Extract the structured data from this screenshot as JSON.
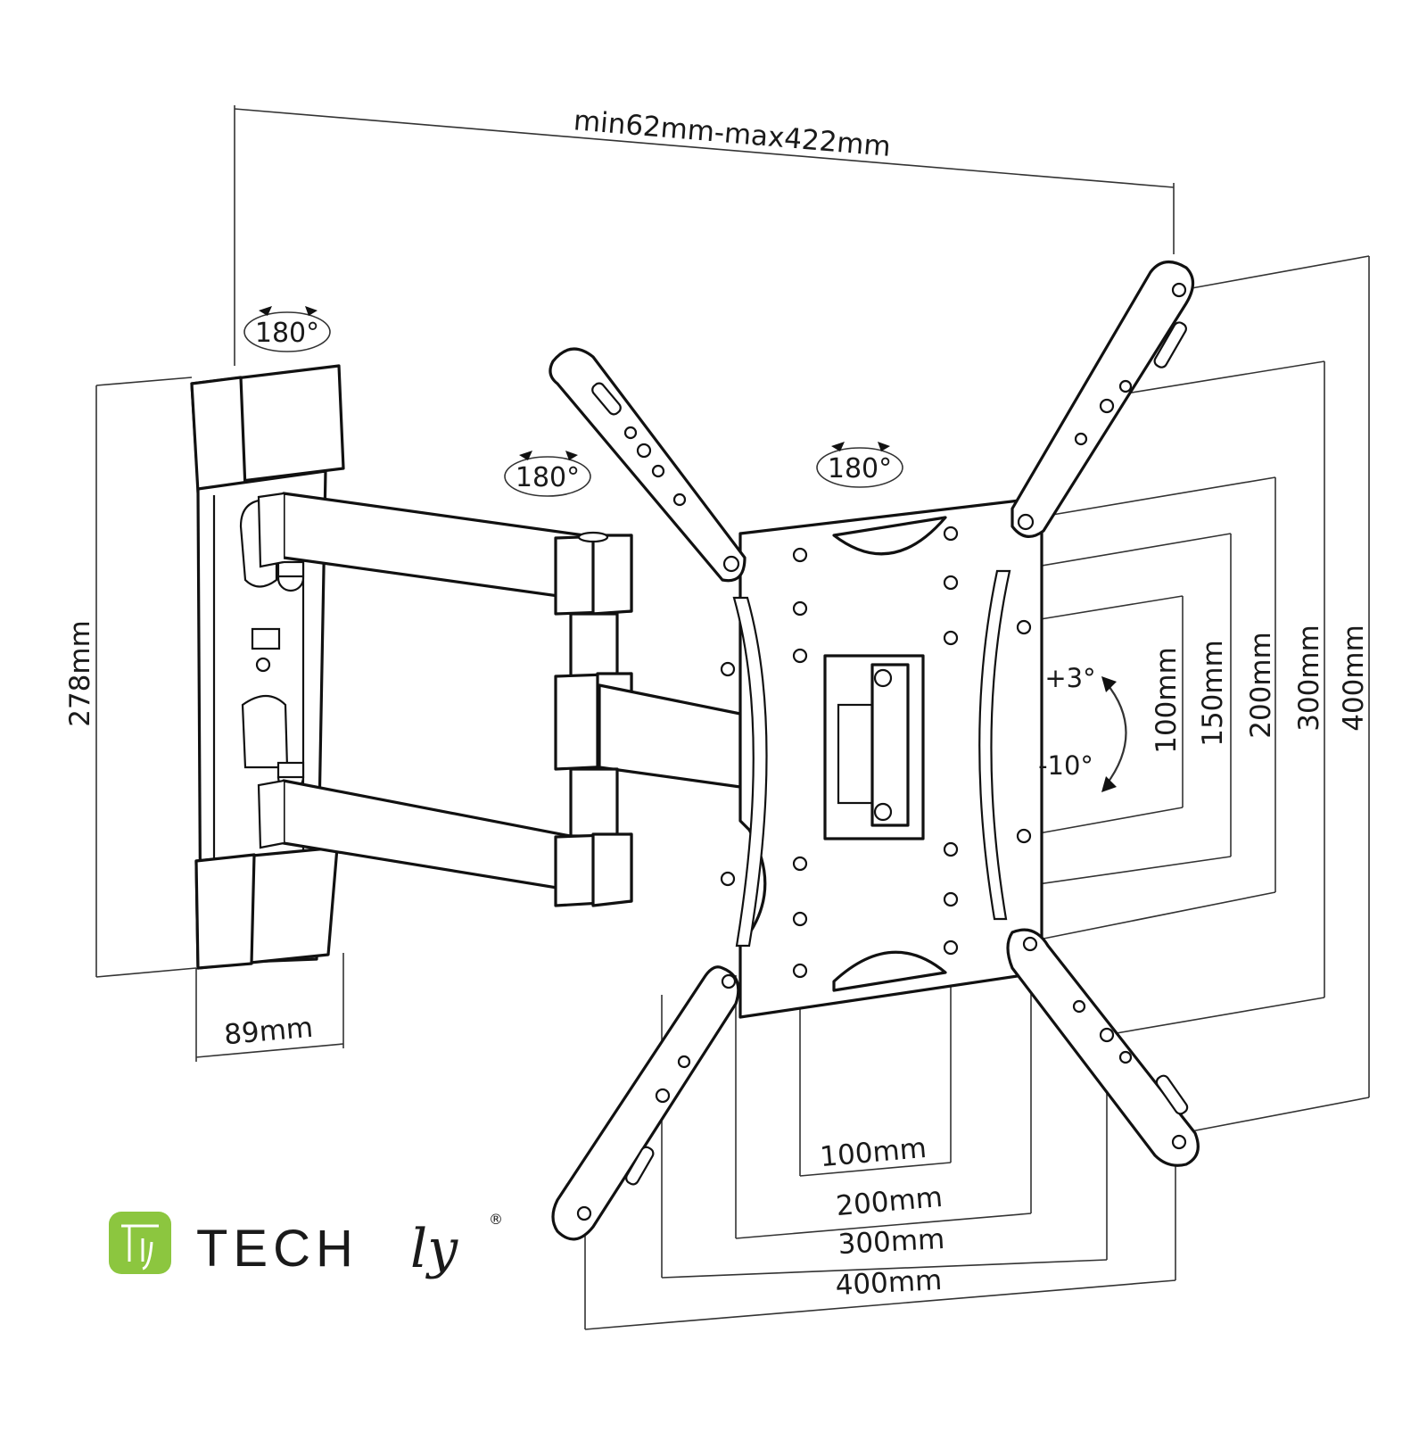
{
  "dimensions": {
    "extension": "min62mm-max422mm",
    "height": "278mm",
    "depth": "89mm",
    "vesa_h_100": "100mm",
    "vesa_h_200": "200mm",
    "vesa_h_300": "300mm",
    "vesa_h_400": "400mm",
    "vesa_v_100": "100mm",
    "vesa_v_150": "150mm",
    "vesa_v_200": "200mm",
    "vesa_v_300": "300mm",
    "vesa_v_400": "400mm"
  },
  "rotations": {
    "wall_swivel": "180°",
    "arm_swivel": "180°",
    "plate_swivel": "180°"
  },
  "tilt": {
    "up": "+3°",
    "down": "-10°"
  },
  "brand": {
    "name_main": "TECH",
    "name_script": "ly",
    "trademark": "®",
    "logo_color": "#8cc63f"
  }
}
